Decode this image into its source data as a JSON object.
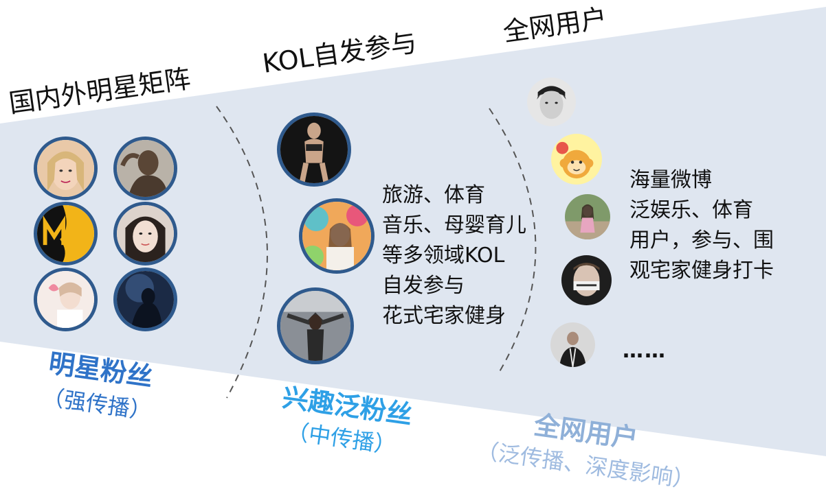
{
  "columns": [
    {
      "heading": "国内外明星矩阵",
      "footer_title": "明星粉丝",
      "footer_sub": "（强传播）",
      "title_color": "#2f73c8",
      "sub_color": "#2f73c8"
    },
    {
      "heading": "KOL自发参与",
      "description": [
        "旅游、体育",
        "音乐、母婴育儿",
        "等多领域KOL",
        "自发参与",
        "花式宅家健身"
      ],
      "footer_title": "兴趣泛粉丝",
      "footer_sub": "（中传播）",
      "title_color": "#2ea0e6",
      "sub_color": "#2ea0e6"
    },
    {
      "heading": "全网用户",
      "description": [
        "海量微博",
        "泛娱乐、体育",
        "用户，参与、围",
        "观宅家健身打卡"
      ],
      "ellipsis": "……",
      "footer_title": "全网用户",
      "footer_sub": "（泛传播、深度影响）",
      "title_color": "#8fb0d8",
      "sub_color": "#9fbbe0"
    }
  ],
  "colors": {
    "band": "#dfe6f0",
    "ring": "#2f5a8d",
    "divider": "#555555"
  },
  "icons": [
    "blonde-woman-portrait-icon",
    "bald-man-portrait-icon",
    "yellow-m-logo-icon",
    "woman-portrait-icon",
    "girl-with-flower-icon",
    "night-silhouette-icon",
    "fitness-woman-icon",
    "woman-colorful-wall-icon",
    "gym-workout-icon",
    "man-portrait-icon",
    "cartoon-monkey-icon",
    "girl-outdoor-icon",
    "masked-man-icon",
    "dark-jacket-man-icon"
  ]
}
